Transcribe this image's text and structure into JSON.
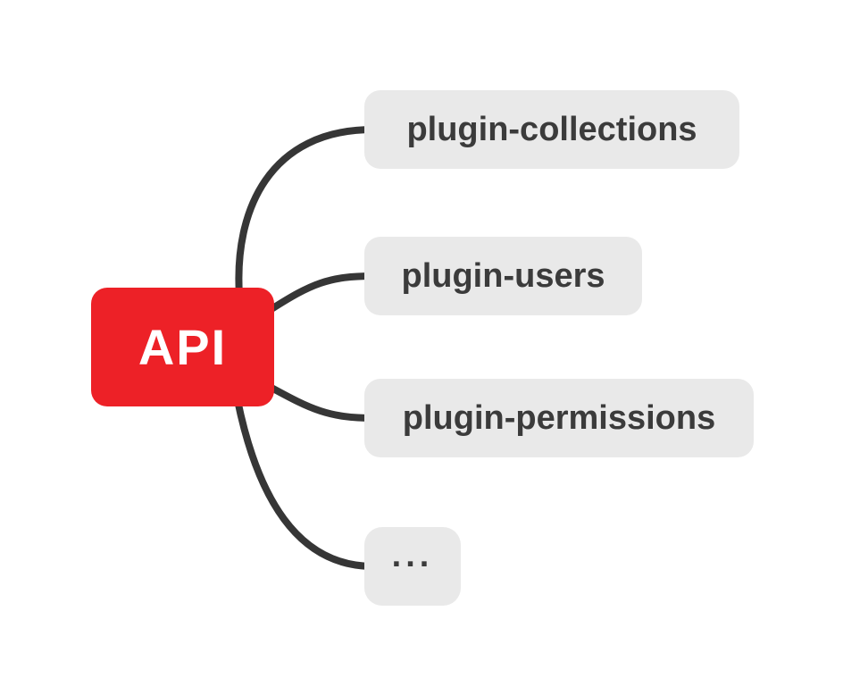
{
  "diagram": {
    "type": "mind-map",
    "root": {
      "label": "API"
    },
    "children": [
      {
        "label": "plugin-collections"
      },
      {
        "label": "plugin-users"
      },
      {
        "label": "plugin-permissions"
      },
      {
        "label": "..."
      }
    ]
  },
  "colors": {
    "background": "#ffffff",
    "root_bg": "#ed2127",
    "root_text": "#ffffff",
    "child_bg": "#e9e9e9",
    "child_text": "#3b3b3b",
    "connector": "#363636"
  }
}
